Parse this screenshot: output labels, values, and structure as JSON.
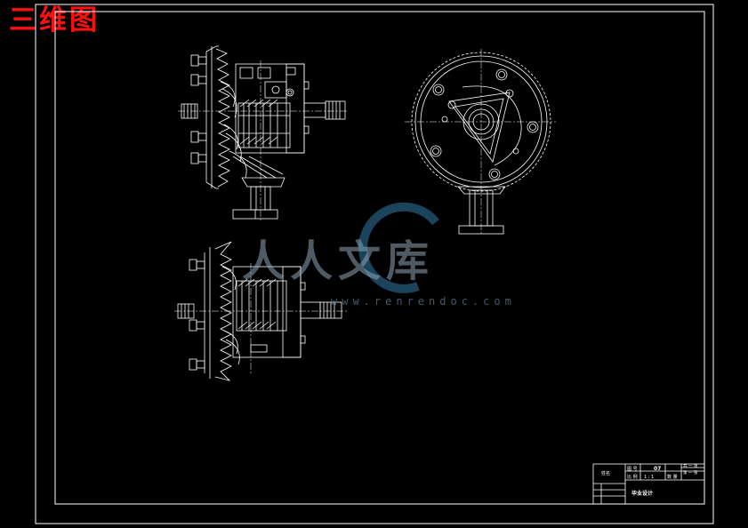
{
  "sheet": {
    "corner_title": "三维图",
    "watermark": "人人文库",
    "watermark_url": "www.renrendoc.com"
  },
  "title_block": {
    "designer_label": "姓名",
    "drawing_no_label": "图 号",
    "drawing_no": "07",
    "ratio_label": "比 例",
    "ratio": "1 : 1",
    "qty_label": "数 量",
    "sheet_total": "共 一 张",
    "sheet_no": "第 一 张",
    "project": "毕业设计"
  },
  "colors": {
    "background": "#000000",
    "linework": "#ffffff",
    "title_text": "#ff1010",
    "watermark": "#1e4a66"
  }
}
